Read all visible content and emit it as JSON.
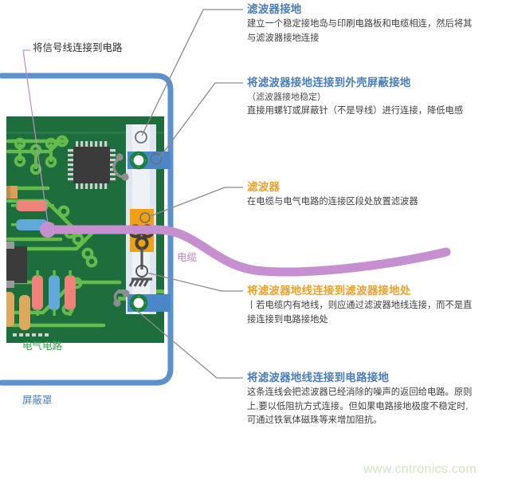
{
  "figure": {
    "labels": [
      {
        "key": "signal_wire",
        "text": "将信号线连接到电路",
        "color": "#2f2f2f"
      },
      {
        "key": "cable",
        "text": "电缆",
        "color": "#bf7cc9"
      },
      {
        "key": "electric_circuit",
        "text": "电气电路",
        "color": "#35a24d"
      },
      {
        "key": "shield_enclosure",
        "text": "屏蔽罩",
        "color": "#4a7ebb"
      }
    ],
    "parts": {
      "pcb": "printed-circuit-board",
      "filter": "filter-component",
      "ground_island": "filter-ground-island",
      "screw_top": "shield-screw-top",
      "screw_bottom": "shield-screw-bottom",
      "ground_symbol": "earth-ground-symbol",
      "cable": "cable-curve"
    }
  },
  "annotations": [
    {
      "key": "filter-ground",
      "title": "滤波器接地",
      "title_color": "#4a7ebb",
      "sub": "",
      "body": "建立一个稳定接地岛与印刷电路板和电缆相连，然后将其与滤波器接地连接"
    },
    {
      "key": "filter-ground-to-chassis-shield",
      "title": "将滤波器接地连接到外壳屏蔽接地",
      "title_color": "#4a7ebb",
      "sub": "（滤波器接地稳定）",
      "body": "直接用螺钉或屏蔽针（不是导线）进行连接，降低电感"
    },
    {
      "key": "filter",
      "title": "滤波器",
      "title_color": "#eda02a",
      "sub": "",
      "body": "在电缆与电气电路的连接区段处放置滤波器"
    },
    {
      "key": "filter-ground-wire-to-filter-ground",
      "title": "将滤波器地线连接到滤波器接地处",
      "title_color": "#eda02a",
      "sub": "",
      "body": "丨若电缆内有地线，则应通过滤波器地线连接，而不是直接连接到电路接地处"
    },
    {
      "key": "filter-ground-wire-to-circuit-ground",
      "title": "将滤波器地线连接到电路接地",
      "title_color": "#4a7ebb",
      "sub": "",
      "body": "这条连线会把滤波器已经消除的噪声的返回给电路。原则上,要以低阻抗方式连接。但如果电路接地极度不稳定时,可通过铁氧体磁珠等来增加阻抗。"
    }
  ],
  "watermark": {
    "text": "www.cntronics.com",
    "color": "#cfe6c3"
  },
  "colors": {
    "shield_blue": "#5b91cd",
    "pcb_green": "#1d6e3c",
    "trace_green": "#65bb4b",
    "filter_orange": "#f0a014",
    "cable_purple": "#c58fd0",
    "island_gray": "#dfe6ef",
    "leader_gray": "#8a8a8a",
    "screw_green": "#17803f"
  }
}
